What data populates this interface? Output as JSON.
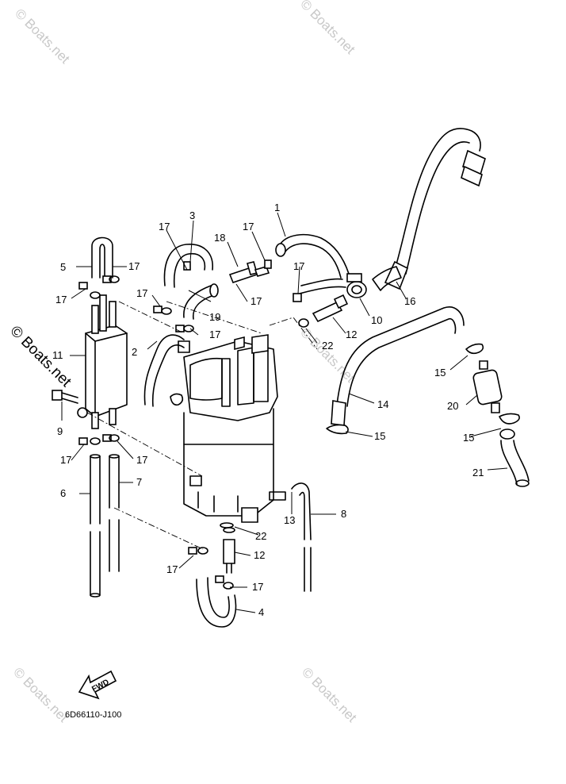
{
  "diagram_code": "6D66110-J100",
  "fwd_label": "FWD",
  "watermark": "© Boats.net",
  "callouts": {
    "c1": "1",
    "c2": "2",
    "c3": "3",
    "c4": "4",
    "c5": "5",
    "c6": "6",
    "c7": "7",
    "c8": "8",
    "c9": "9",
    "c10": "10",
    "c11": "11",
    "c12a": "12",
    "c12b": "12",
    "c13": "13",
    "c14": "14",
    "c15a": "15",
    "c15b": "15",
    "c15c": "15",
    "c16": "16",
    "c17a": "17",
    "c17b": "17",
    "c17c": "17",
    "c17d": "17",
    "c17e": "17",
    "c17f": "17",
    "c17g": "17",
    "c17h": "17",
    "c17i": "17",
    "c17j": "17",
    "c17k": "17",
    "c17l": "17",
    "c18": "18",
    "c19": "19",
    "c20": "20",
    "c21": "21",
    "c22a": "22",
    "c22b": "22"
  }
}
